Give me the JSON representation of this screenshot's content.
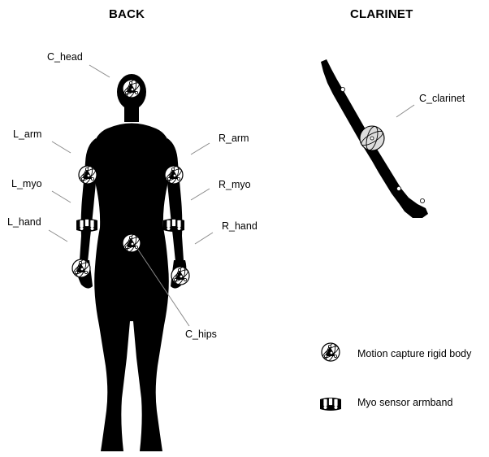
{
  "titles": {
    "back": "BACK",
    "clarinet": "CLARINET"
  },
  "labels": {
    "c_head": "C_head",
    "l_arm": "L_arm",
    "r_arm": "R_arm",
    "l_myo": "L_myo",
    "r_myo": "R_myo",
    "l_hand": "L_hand",
    "r_hand": "R_hand",
    "c_hips": "C_hips",
    "c_clarinet": "C_clarinet"
  },
  "legend": {
    "rigid_body": "Motion capture rigid body",
    "armband": "Myo sensor armband"
  },
  "icons": {
    "rigid_body": "motion-capture-rigid-body-icon",
    "armband": "myo-armband-icon"
  },
  "colors": {
    "silhouette": "#000000",
    "leader_line": "#8a8a8a",
    "background": "#ffffff"
  }
}
